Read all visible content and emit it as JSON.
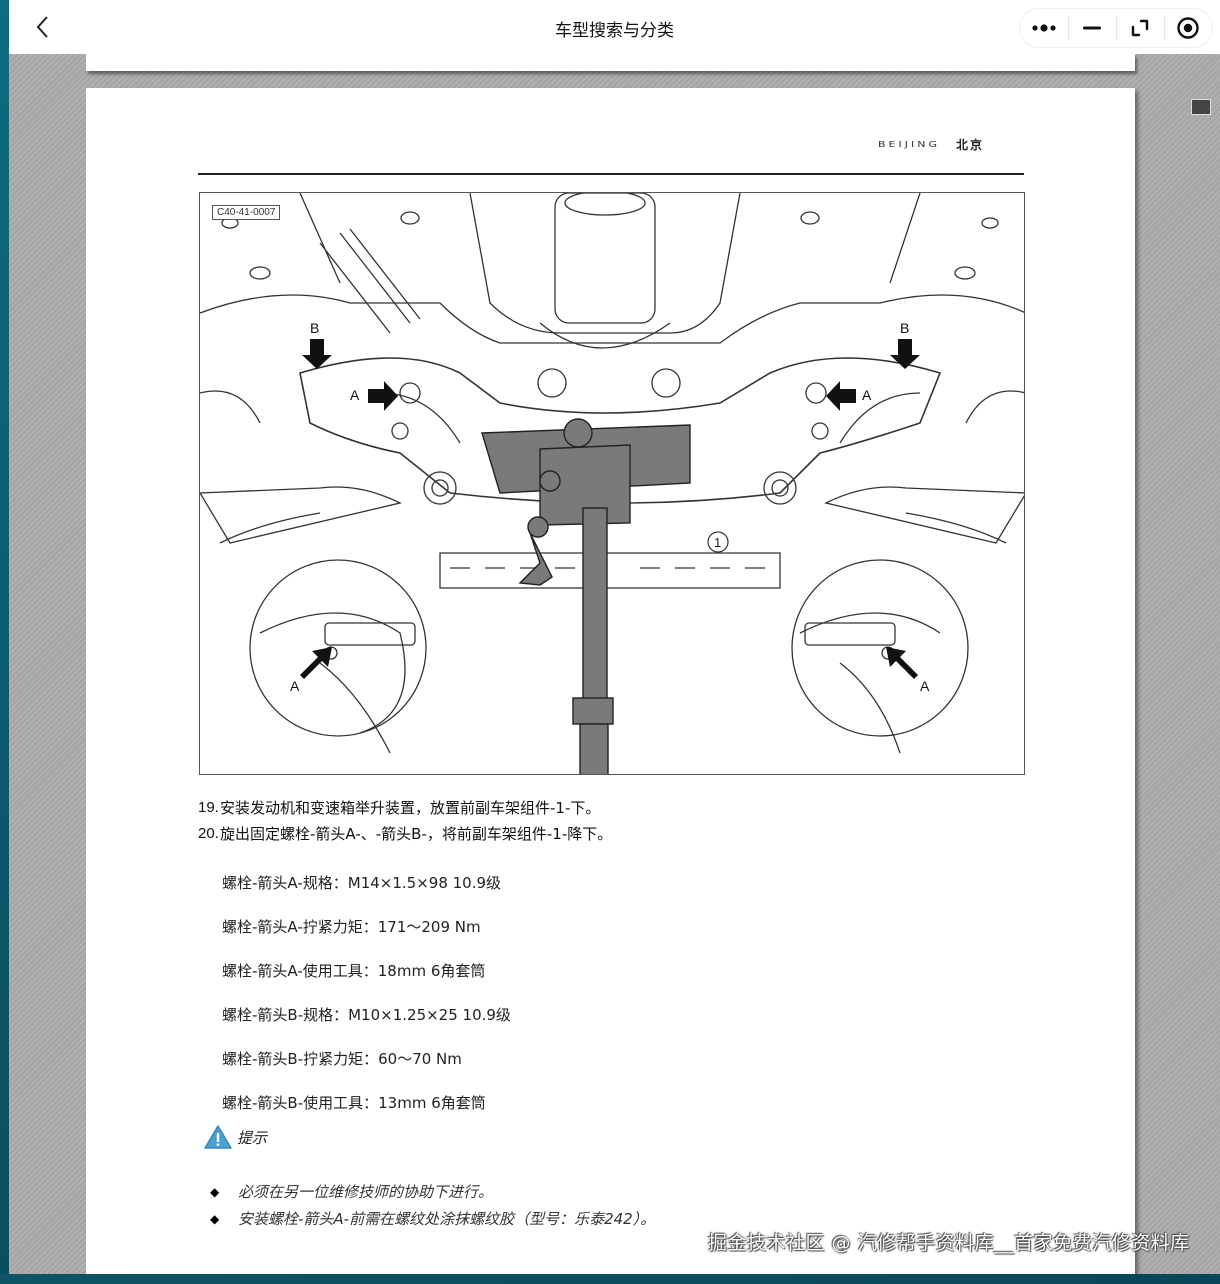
{
  "window": {
    "title": "车型搜索与分类",
    "controls": {
      "more": "more-icon",
      "minimize": "minimize-icon",
      "restore": "restore-icon",
      "close": "target-close-icon"
    }
  },
  "document": {
    "brand": {
      "en": "BEIJING",
      "cn": "北京"
    },
    "figure": {
      "code": "C40-41-0007",
      "labels": {
        "A": "A",
        "B": "B",
        "callout_1": "1"
      }
    },
    "steps": [
      {
        "num": "19.",
        "text": "安装发动机和变速箱举升装置，放置前副车架组件-1-下。"
      },
      {
        "num": "20.",
        "text": "旋出固定螺栓-箭头A-、-箭头B-，将前副车架组件-1-降下。"
      }
    ],
    "specs": [
      "螺栓-箭头A-规格：M14×1.5×98 10.9级",
      "螺栓-箭头A-拧紧力矩：171～209 Nm",
      "螺栓-箭头A-使用工具：18mm 6角套筒",
      "螺栓-箭头B-规格：M10×1.25×25 10.9级",
      "螺栓-箭头B-拧紧力矩：60～70 Nm",
      "螺栓-箭头B-使用工具：13mm 6角套筒"
    ],
    "tip": {
      "label": "提示",
      "icon": "warning-icon",
      "notes": [
        "必须在另一位维修技师的协助下进行。",
        "安装螺栓-箭头A-前需在螺纹处涂抹螺纹胶（型号：乐泰242）。"
      ]
    }
  },
  "watermark": "掘金技术社区 @ 汽修帮手资料库__首家免费汽修资料库",
  "colors": {
    "viewer_bg": "#a6a6a6",
    "desktop": "#0e5a6c",
    "warning_blue": "#4a9fd4",
    "jack_gray": "#7a7a7a"
  }
}
